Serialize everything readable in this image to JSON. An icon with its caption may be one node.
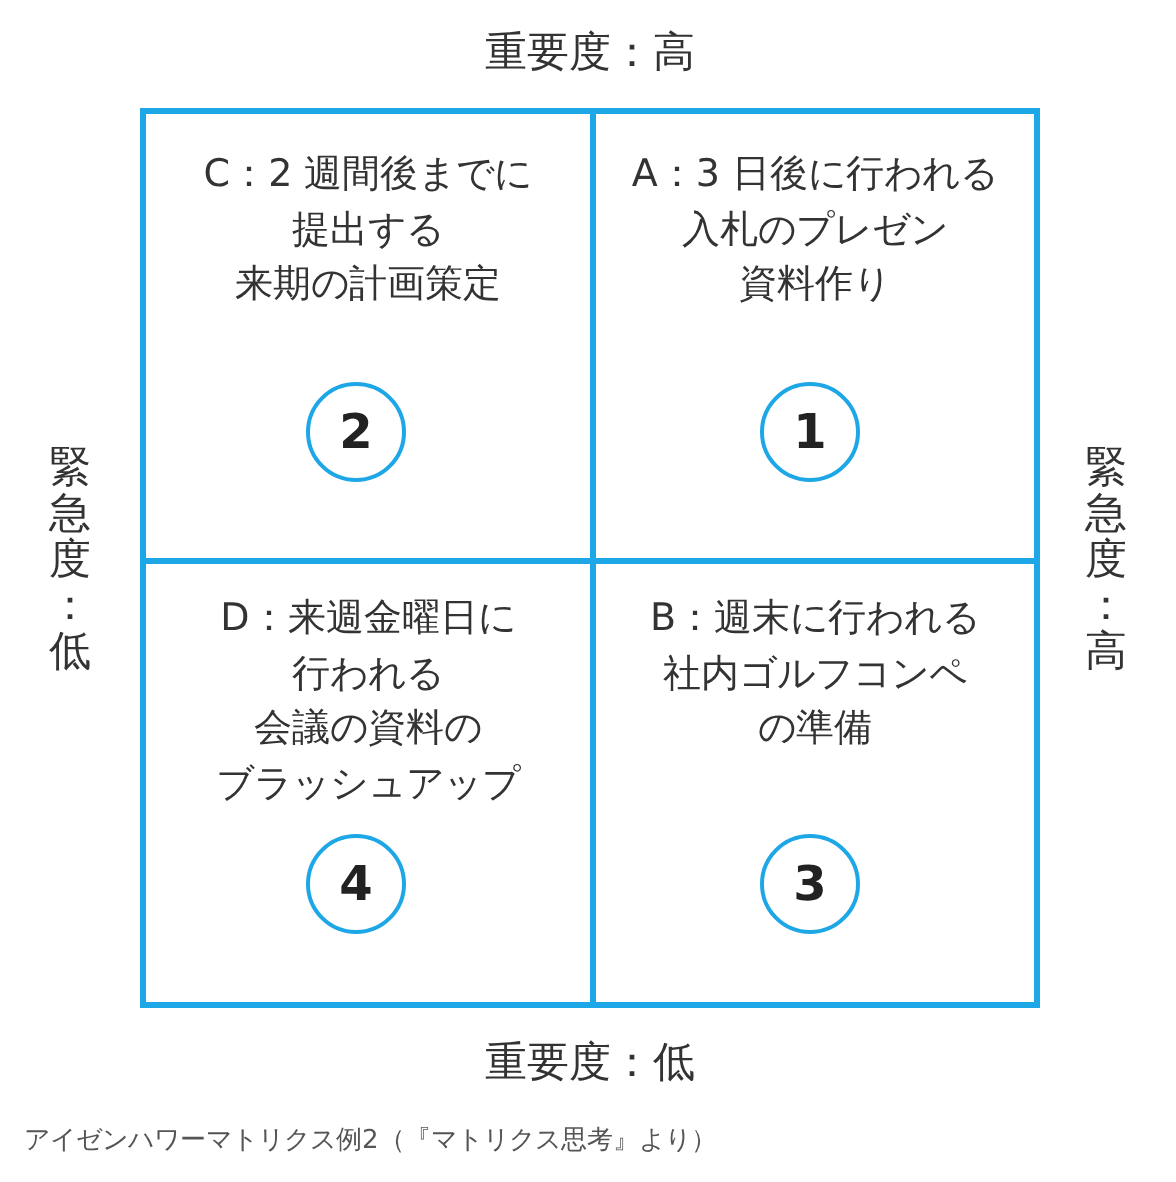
{
  "diagram": {
    "caption": "アイゼンハワーマトリクス例2（『マトリクス思考』より）",
    "nodes": [
      {
        "text": [
          "C：2 週間後までに提出する来期の計画策定"
        ]
      },
      {
        "text": [
          "2"
        ],
        "in": 0
      },
      {
        "text": [
          "A：3 日後に行われる入札のプレゼン資料作り"
        ]
      },
      {
        "text": [
          "1"
        ],
        "in": 2
      },
      {
        "text": [
          "D：来週金曜日に行われる会議の資料のブラッシュアップ"
        ]
      },
      {
        "text": [
          "4"
        ],
        "in": 4
      },
      {
        "text": [
          "B：週末に行われる社内ゴルフコンペの準備"
        ]
      },
      {
        "text": [
          "3"
        ],
        "in": 6
      }
    ],
    "labels": [
      "重要度：高",
      "緊急度：低",
      "緊急度：高",
      "重要度：低"
    ]
  }
}
